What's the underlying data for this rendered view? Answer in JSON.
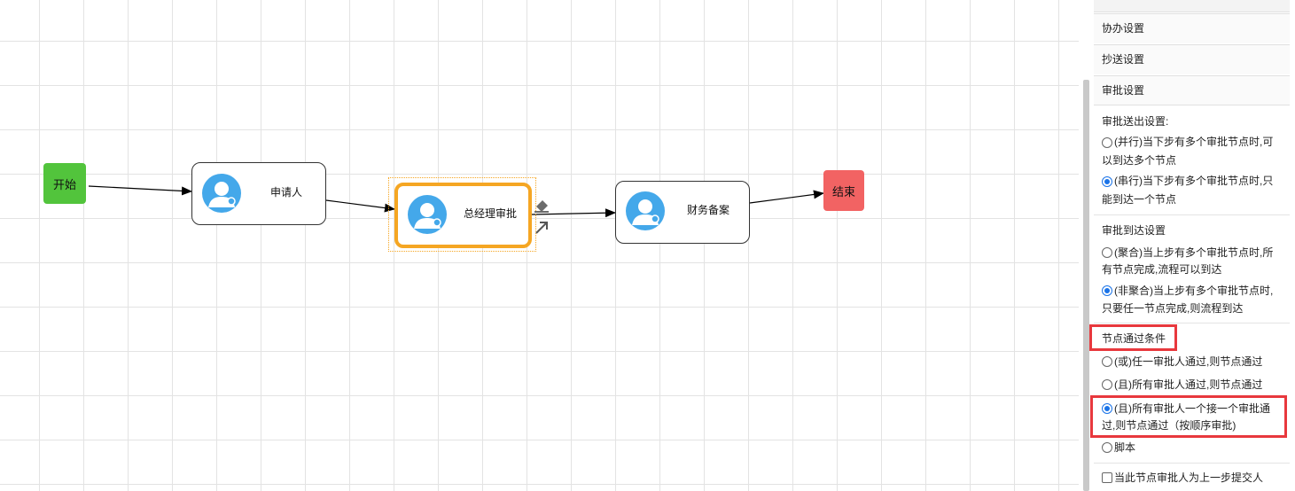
{
  "flow": {
    "start_label": "开始",
    "end_label": "结束",
    "nodes": [
      {
        "label": "申请人"
      },
      {
        "label": "总经理审批"
      },
      {
        "label": "财务备案"
      }
    ]
  },
  "panel": {
    "sections": {
      "assist": "协办设置",
      "cc": "抄送设置",
      "approval": "审批设置"
    },
    "send_out": {
      "title": "审批送出设置:",
      "parallel_1": "(并行)当下步有多个审批节点时,可",
      "parallel_2": "以到达多个节点",
      "serial_1": "(串行)当下步有多个审批节点时,只",
      "serial_2": "能到达一个节点",
      "selected": "serial"
    },
    "arrival": {
      "title": "审批到达设置",
      "merge_1": "(聚合)当上步有多个审批节点时,所",
      "merge_2": "有节点完成,流程可以到达",
      "nonmerge_1": "(非聚合)当上步有多个审批节点时,",
      "nonmerge_2": "只要任一节点完成,则流程到达",
      "selected": "non-merge"
    },
    "pass": {
      "title": "节点通过条件",
      "or": "(或)任一审批人通过,则节点通过",
      "and": "(且)所有审批人通过,则节点通过",
      "seq_1": "(且)所有审批人一个接一个审批通",
      "seq_2": "过,则节点通过（按顺序审批)",
      "script": "脚本",
      "selected": "sequential"
    },
    "checkbox_1": "当此节点审批人为上一步提交人",
    "checkbox_checked": false
  },
  "colors": {
    "start": "#52c43c",
    "end": "#f26363",
    "selected_node_border": "#f5a623",
    "avatar": "#44a8ea",
    "highlight": "#e8383d",
    "radio_selected": "#1a73e8"
  }
}
